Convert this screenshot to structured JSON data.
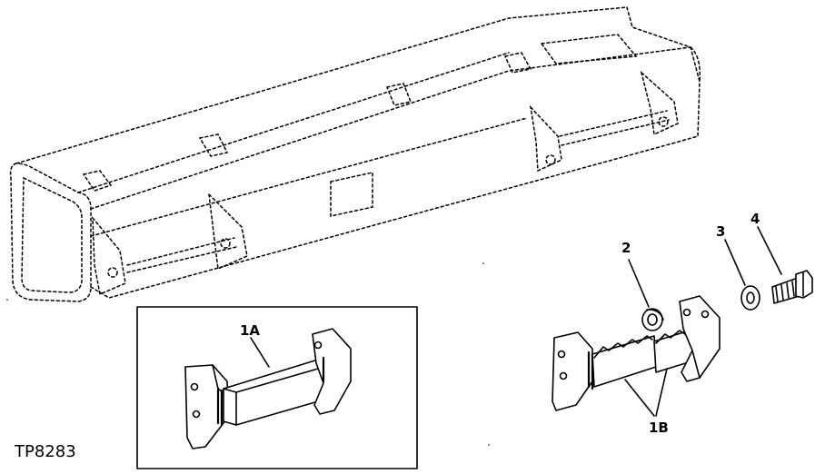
{
  "figure": {
    "id_label": "TP8283"
  },
  "callouts": {
    "c1a": "1A",
    "c1b": "1B",
    "c2": "2",
    "c3": "3",
    "c4": "4"
  },
  "parts": [
    {
      "key": "frame",
      "icon": "frame-assembly-icon"
    },
    {
      "key": "bracket-1a",
      "icon": "bracket-icon"
    },
    {
      "key": "bracket-1b",
      "icon": "split-bracket-icon"
    },
    {
      "key": "spacer-2",
      "icon": "spacer-icon"
    },
    {
      "key": "washer-3",
      "icon": "washer-icon"
    },
    {
      "key": "bolt-4",
      "icon": "bolt-icon"
    }
  ]
}
